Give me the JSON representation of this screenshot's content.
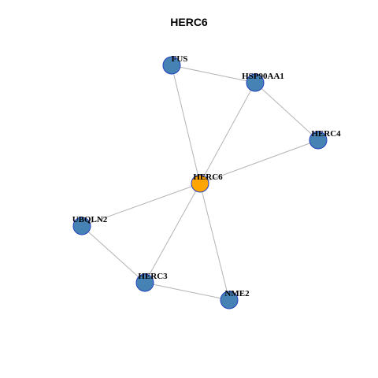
{
  "title": "HERC6",
  "colors": {
    "node_default": "#4682b4",
    "node_center": "#ffa500",
    "node_border": "#1f3fbf",
    "edge": "#b3b3b3"
  },
  "nodes": [
    {
      "id": "FUS",
      "label": "FUS"
    },
    {
      "id": "HSP90AA1",
      "label": "HSP90AA1"
    },
    {
      "id": "HERC4",
      "label": "HERC4"
    },
    {
      "id": "HERC6",
      "label": "HERC6",
      "center": true
    },
    {
      "id": "UBQLN2",
      "label": "UBQLN2"
    },
    {
      "id": "HERC3",
      "label": "HERC3"
    },
    {
      "id": "NME2",
      "label": "NME2"
    }
  ],
  "edges": [
    [
      "FUS",
      "HSP90AA1"
    ],
    [
      "FUS",
      "HERC6"
    ],
    [
      "HSP90AA1",
      "HERC4"
    ],
    [
      "HSP90AA1",
      "HERC6"
    ],
    [
      "HERC4",
      "HERC6"
    ],
    [
      "HERC6",
      "UBQLN2"
    ],
    [
      "HERC6",
      "HERC3"
    ],
    [
      "HERC6",
      "NME2"
    ],
    [
      "UBQLN2",
      "HERC3"
    ],
    [
      "HERC3",
      "NME2"
    ]
  ]
}
